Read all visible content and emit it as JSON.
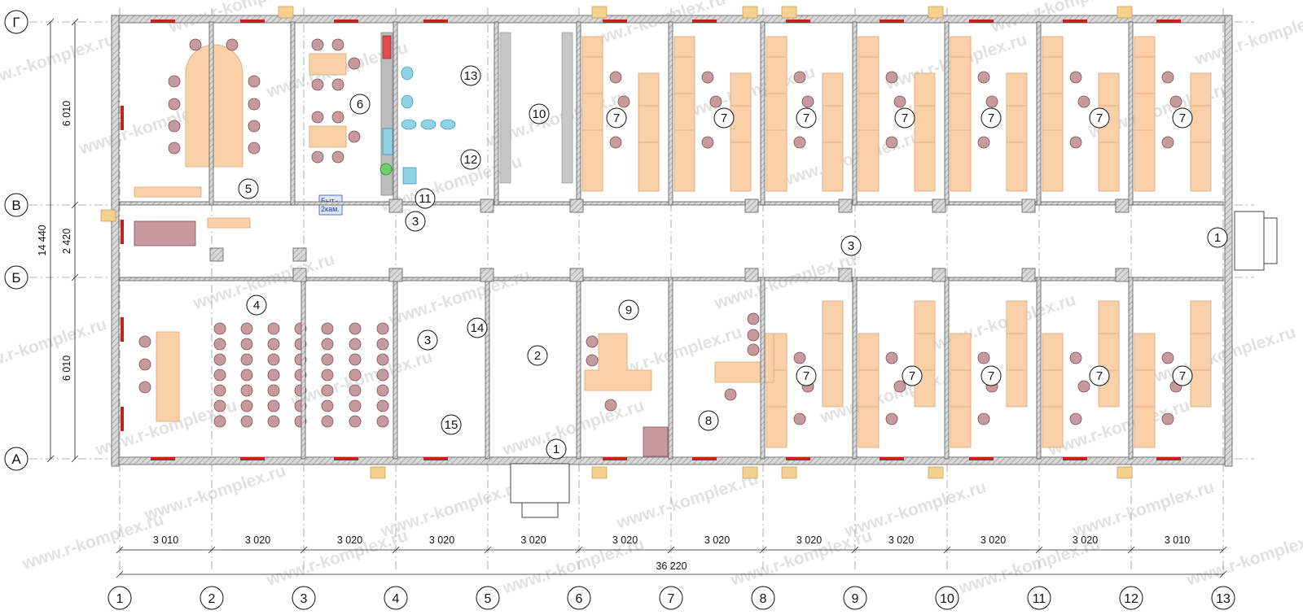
{
  "axes": {
    "rows": [
      {
        "id": "row-g",
        "label": "Г"
      },
      {
        "id": "row-v",
        "label": "В"
      },
      {
        "id": "row-b",
        "label": "Б"
      },
      {
        "id": "row-a",
        "label": "А"
      }
    ],
    "cols": [
      "1",
      "2",
      "3",
      "4",
      "5",
      "6",
      "7",
      "8",
      "9",
      "10",
      "11",
      "12",
      "13"
    ]
  },
  "dimensions": {
    "bays": [
      "3 010",
      "3 020",
      "3 020",
      "3 020",
      "3 020",
      "3 020",
      "3 020",
      "3 020",
      "3 020",
      "3 020",
      "3 020",
      "3 010"
    ],
    "total_length": "36 220",
    "vertical": [
      {
        "id": "dim-top",
        "label": "6 010"
      },
      {
        "id": "dim-mid",
        "label": "2 420"
      },
      {
        "id": "dim-bottom",
        "label": "6 010"
      }
    ],
    "total_width": "14 440"
  },
  "rooms": [
    {
      "id": "room-5",
      "label": "5"
    },
    {
      "id": "room-6",
      "label": "6"
    },
    {
      "id": "room-13",
      "label": "13"
    },
    {
      "id": "room-12",
      "label": "12"
    },
    {
      "id": "room-11",
      "label": "11"
    },
    {
      "id": "room-10",
      "label": "10"
    },
    {
      "id": "room-7a",
      "label": "7"
    },
    {
      "id": "room-7b",
      "label": "7"
    },
    {
      "id": "room-7c",
      "label": "7"
    },
    {
      "id": "room-7d",
      "label": "7"
    },
    {
      "id": "room-7e",
      "label": "7"
    },
    {
      "id": "room-7f",
      "label": "7"
    },
    {
      "id": "room-7g",
      "label": "7"
    },
    {
      "id": "room-3a",
      "label": "3"
    },
    {
      "id": "room-3b",
      "label": "3"
    },
    {
      "id": "room-1a",
      "label": "1"
    },
    {
      "id": "room-4",
      "label": "4"
    },
    {
      "id": "room-3c",
      "label": "3"
    },
    {
      "id": "room-14",
      "label": "14"
    },
    {
      "id": "room-15",
      "label": "15"
    },
    {
      "id": "room-2",
      "label": "2"
    },
    {
      "id": "room-1b",
      "label": "1"
    },
    {
      "id": "room-9",
      "label": "9"
    },
    {
      "id": "room-8",
      "label": "8"
    },
    {
      "id": "room-7h",
      "label": "7"
    },
    {
      "id": "room-7i",
      "label": "7"
    },
    {
      "id": "room-7j",
      "label": "7"
    },
    {
      "id": "room-7k",
      "label": "7"
    },
    {
      "id": "room-7l",
      "label": "7"
    }
  ],
  "appliance_label": {
    "line1": "Быт.-",
    "line2": "2кам."
  },
  "watermark": "www.r-komplex.ru"
}
